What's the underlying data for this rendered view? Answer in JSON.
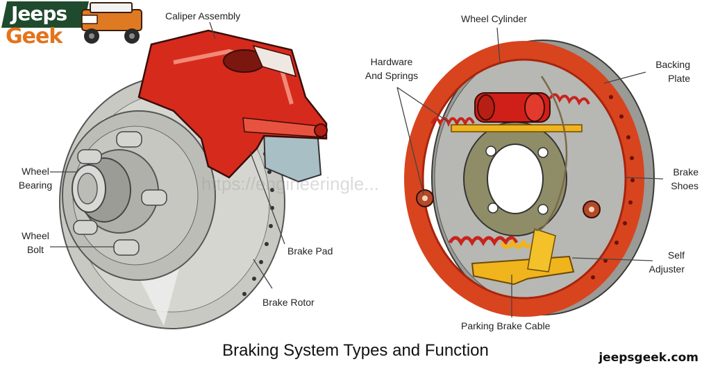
{
  "logo": {
    "word1": "Jeeps",
    "word2": "Geek",
    "colors": {
      "dark": "#1f4a2d",
      "orange": "#e4731b"
    }
  },
  "title": "Braking System Types and Function",
  "site": "jeepsgeek.com",
  "watermark": "https://engineeringle...",
  "disc_labels": {
    "caliper": "Caliper Assembly",
    "wheel_bearing": [
      "Wheel",
      "Bearing"
    ],
    "wheel_bolt": [
      "Wheel",
      "Bolt"
    ],
    "brake_pad": "Brake Pad",
    "brake_rotor": "Brake Rotor"
  },
  "drum_labels": {
    "wheel_cylinder": "Wheel Cylinder",
    "hardware": [
      "Hardware",
      "And Springs"
    ],
    "backing_plate": [
      "Backing",
      "Plate"
    ],
    "brake_shoes": [
      "Brake",
      "Shoes"
    ],
    "self_adjuster": [
      "Self",
      "Adjuster"
    ],
    "parking_cable": "Parking Brake Cable"
  },
  "colors": {
    "caliper_red": "#d62a1d",
    "rotor_gray": "#c9c9c4",
    "shoe_orange": "#d8441e",
    "spring_red": "#c8231c",
    "adjuster_yellow": "#f0b41c"
  }
}
